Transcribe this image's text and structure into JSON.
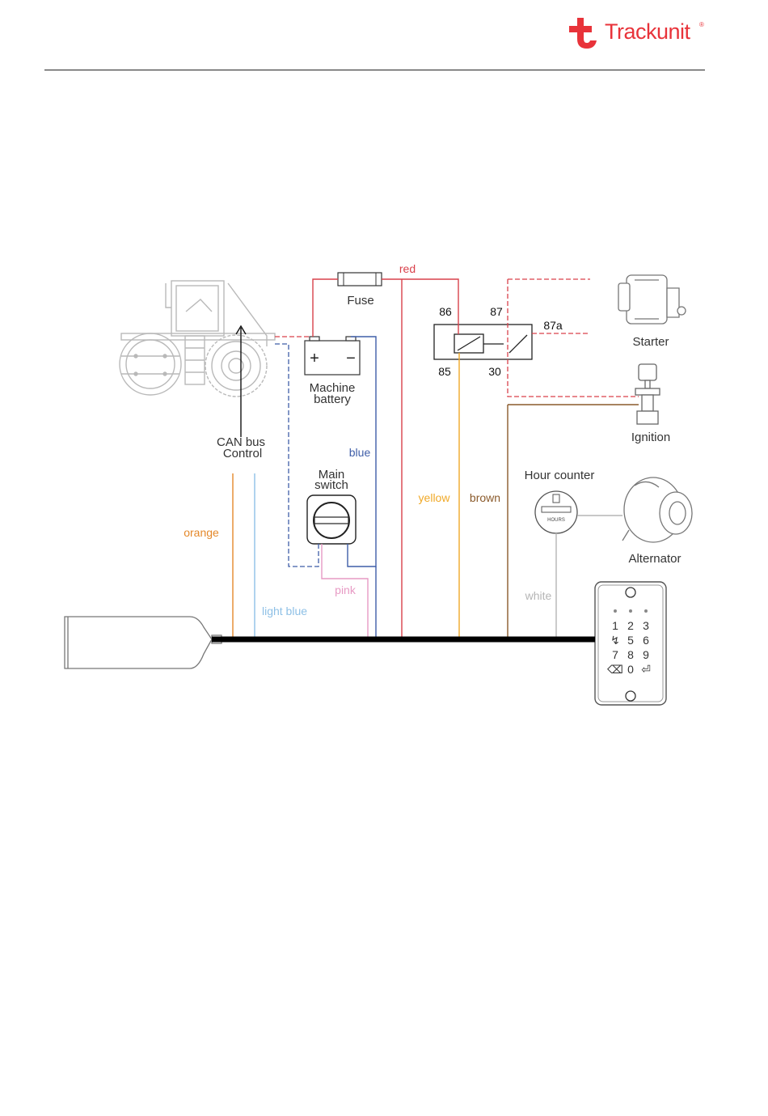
{
  "header": {
    "brand": "Trackunit",
    "registered": "®"
  },
  "diagram": {
    "components": {
      "fuse": "Fuse",
      "battery_line1": "Machine",
      "battery_line2": "battery",
      "battery_plus": "+",
      "battery_minus": "−",
      "can_line1": "CAN bus",
      "can_line2": "Control",
      "main_switch_line1": "Main",
      "main_switch_line2": "switch",
      "starter": "Starter",
      "ignition": "Ignition",
      "hour_counter": "Hour counter",
      "hour_counter_face": "HOURS",
      "alternator": "Alternator"
    },
    "relay_pins": {
      "p86": "86",
      "p87": "87",
      "p87a": "87a",
      "p85": "85",
      "p30": "30"
    },
    "wires": {
      "red": {
        "label": "red",
        "color": "#d9414b"
      },
      "blue": {
        "label": "blue",
        "color": "#3f5ea8"
      },
      "yellow": {
        "label": "yellow",
        "color": "#f0a928"
      },
      "brown": {
        "label": "brown",
        "color": "#8a5a2b"
      },
      "orange": {
        "label": "orange",
        "color": "#e4882a"
      },
      "light_blue": {
        "label": "light blue",
        "color": "#8ec0e6"
      },
      "pink": {
        "label": "pink",
        "color": "#e79ac4"
      },
      "white": {
        "label": "white",
        "color": "#b5b5b5"
      }
    },
    "keypad": {
      "keys": [
        "1",
        "2",
        "3",
        "↯",
        "5",
        "6",
        "7",
        "8",
        "9",
        "⌫",
        "0",
        "⏎"
      ]
    }
  }
}
